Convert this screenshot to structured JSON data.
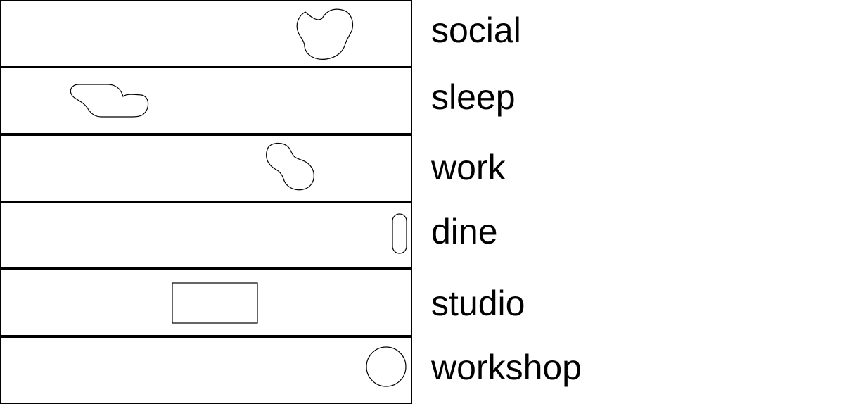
{
  "rows": [
    {
      "label": "social",
      "shape": "blob-icon"
    },
    {
      "label": "sleep",
      "shape": "cloud-icon"
    },
    {
      "label": "work",
      "shape": "peanut-icon"
    },
    {
      "label": "dine",
      "shape": "capsule-icon"
    },
    {
      "label": "studio",
      "shape": "rectangle-icon"
    },
    {
      "label": "workshop",
      "shape": "circle-icon"
    }
  ],
  "colors": {
    "stroke": "#000000",
    "background": "#ffffff",
    "text": "#000000"
  }
}
